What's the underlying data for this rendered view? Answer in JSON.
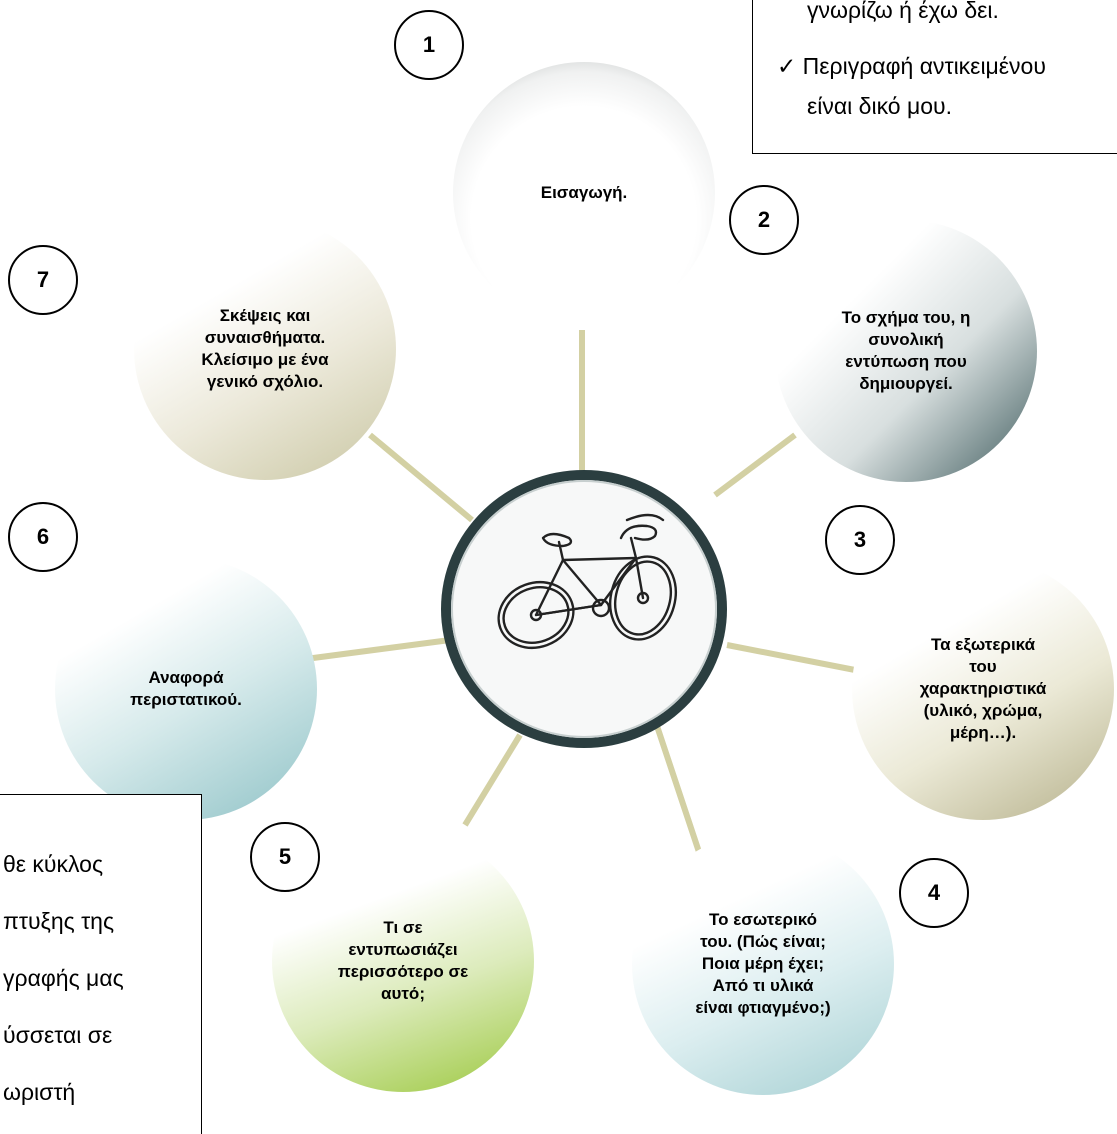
{
  "diagram": {
    "center_icon": "bicycle-icon",
    "circles": [
      {
        "number": "1",
        "text": "Εισαγωγή.",
        "color": "#9aa09f"
      },
      {
        "number": "2",
        "text": "Το σχήμα του, η\nσυνολική\nεντύπωση που\nδημιουργεί.",
        "color": "#3d5a5c"
      },
      {
        "number": "3",
        "text": "Τα εξωτερικά\nτου\nχαρακτηριστικά\n(υλικό, χρώμα,\nμέρη…).",
        "color": "#b5b08a"
      },
      {
        "number": "4",
        "text": "Το εσωτερικό\nτου. (Πώς είναι;\nΠοια μέρη έχει;\nΑπό τι υλικά\nείναι φτιαγμένο;)",
        "color": "#a5cfd2"
      },
      {
        "number": "5",
        "text": "Τι σε\nεντυπωσιάζει\nπερισσότερο σε\nαυτό;",
        "color": "#9cc83f"
      },
      {
        "number": "6",
        "text": "Αναφορά\nπεριστατικού.",
        "color": "#8fc2c6"
      },
      {
        "number": "7",
        "text": "Σκέψεις και\nσυναισθήματα.\nΚλείσιμο με ένα\nγενικό σχόλιο.",
        "color": "#c9c6a2"
      }
    ],
    "connector_color": "#d3d0a3"
  },
  "top_note": {
    "lines": [
      "γνωρίζω ή έχω δει.",
      "✓ Περιγραφή αντικειμένου",
      "είναι δικό μου."
    ]
  },
  "bottom_note": {
    "lines": [
      "θε κύκλος",
      "πτυξης της",
      "γραφής μας",
      "ύσσεται σε",
      "ωριστή"
    ]
  }
}
